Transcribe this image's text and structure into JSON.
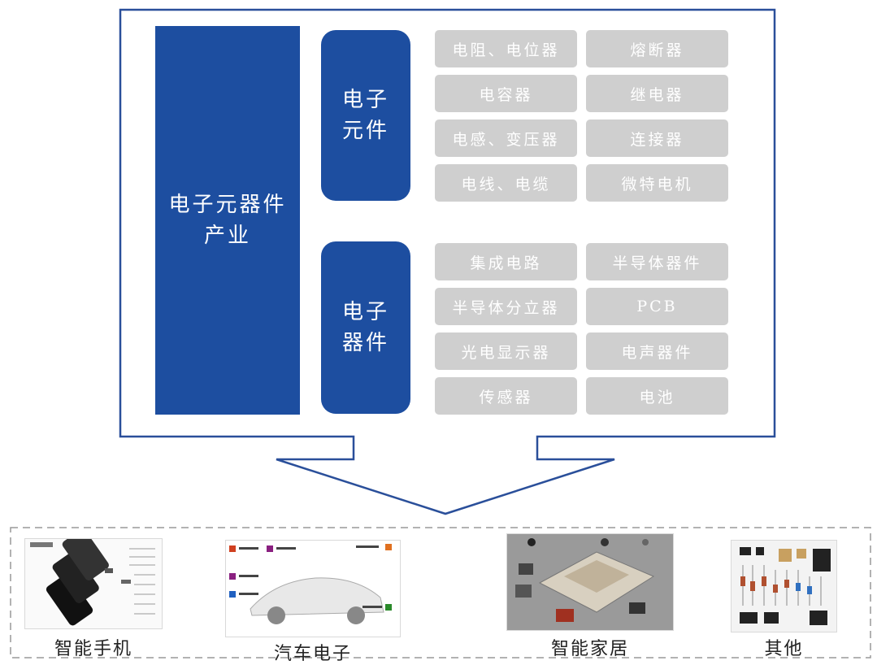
{
  "industry": {
    "label_line1": "电子元器件",
    "label_line2": "产业"
  },
  "groups": {
    "components": {
      "label_line1": "电子",
      "label_line2": "元件",
      "items_left": [
        "电阻、电位器",
        "电容器",
        "电感、变压器",
        "电线、电缆"
      ],
      "items_right": [
        "熔断器",
        "继电器",
        "连接器",
        "微特电机"
      ]
    },
    "devices": {
      "label_line1": "电子",
      "label_line2": "器件",
      "items_left": [
        "集成电路",
        "半导体分立器",
        "光电显示器",
        "传感器"
      ],
      "items_right": [
        "半导体器件",
        "PCB",
        "电声器件",
        "电池"
      ]
    }
  },
  "applications": [
    "智能手机",
    "汽车电子",
    "智能家居",
    "其他"
  ],
  "colors": {
    "primary_blue": "#1d4ea0",
    "item_gray": "#cfcfcf",
    "frame_blue": "#2a4f9a"
  }
}
